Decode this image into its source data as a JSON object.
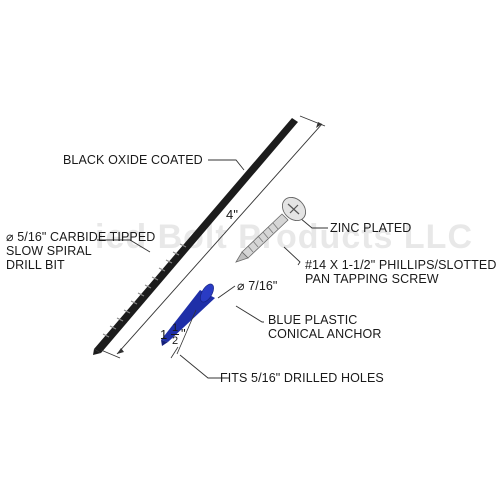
{
  "watermark": "ied Bolt Products LLC",
  "labels": {
    "coating": "BLACK OXIDE COATED",
    "bit_line1": "⌀ 5/16\" CARBIDE TIPPED",
    "bit_line2": "SLOW SPIRAL",
    "bit_line3": "DRILL BIT",
    "zinc": "ZINC PLATED",
    "screw_line1": "#14 X 1-1/2\" PHILLIPS/SLOTTED",
    "screw_line2": "PAN TAPPING SCREW",
    "anchor_dia": "⌀ 7/16\"",
    "anchor_line1": "BLUE PLASTIC",
    "anchor_line2": "CONICAL ANCHOR",
    "holes": "FITS 5/16\" DRILLED HOLES"
  },
  "dimensions": {
    "bit_length": "4\"",
    "anchor_whole": "1",
    "anchor_num": "1",
    "anchor_den": "2",
    "anchor_inch": "\""
  },
  "colors": {
    "drill_bit": "#1c1c1c",
    "anchor": "#1f2fa8",
    "screw": "#c9c9c9",
    "lines": "#333333"
  }
}
